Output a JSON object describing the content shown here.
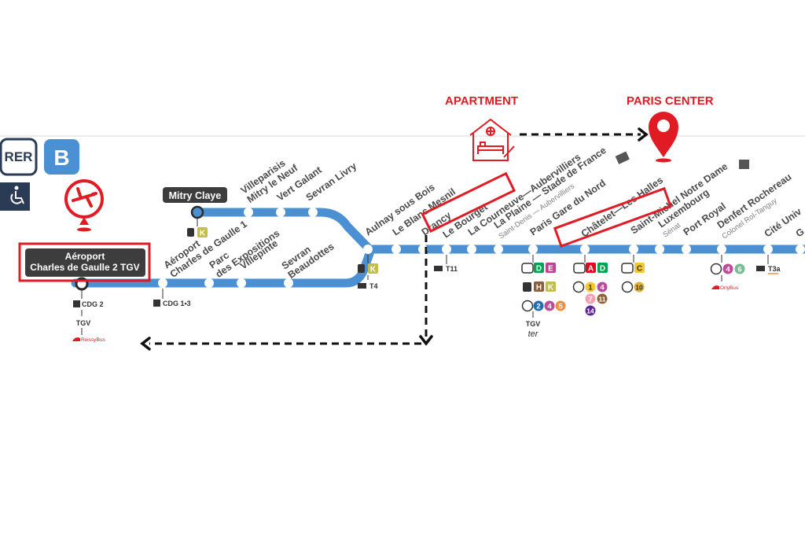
{
  "line": {
    "network": "RER",
    "letter": "B",
    "color": "#4a90d2"
  },
  "annotations": {
    "apartment": "APARTMENT",
    "paris_center": "PARIS CENTER"
  },
  "terminals": {
    "cdg2": "Aéroport\nCharles de Gaulle 2 TGV",
    "mitry": "Mitry Claye"
  },
  "stations": {
    "cdg13": "Aéroport\nCharles de Gaulle 1",
    "parc": "Parc\ndes Expositions",
    "villepinte": "Villepinte",
    "sevran_b": "Sevran\nBeaudottes",
    "villeparisis": "Villeparisis\nMitry le Neuf",
    "vert_galant": "Vert Galant",
    "sevran_l": "Sevran Livry",
    "aulnay": "Aulnay sous Bois",
    "blanc_mesnil": "Le Blanc Mesnil",
    "drancy": "Drancy",
    "bourget": "Le Bourget",
    "courneuve": "La Courneuve—Aubervilliers",
    "plaine": "La Plaine — Stade de France",
    "plaine_sub": "Saint-Denis — Aubervilliers",
    "gare_nord": "Paris Gare du Nord",
    "chatelet": "Châtelet—Les Halles",
    "st_michel": "Saint-Michel Notre Dame",
    "luxembourg": "Luxembourg",
    "luxembourg_sub": "Sénat",
    "port_royal": "Port Royal",
    "denfert": "Denfert Rochereau",
    "denfert_sub": "Colonel Rol-Tanguy",
    "cite": "Cité Univ",
    "g": "G"
  },
  "labels": {
    "cdg2_code": "CDG 2",
    "cdg13_code": "CDG 1•3",
    "tgv": "TGV",
    "roissybus": "RoissyBus",
    "orlybus": "OrlyBus",
    "ter": "ter",
    "t4": "T4",
    "t11": "T11",
    "t3a": "T3a"
  },
  "correspondences": {
    "rer_k": "K",
    "gdn_rer": [
      "D",
      "E"
    ],
    "gdn_transilien": [
      "H",
      "K"
    ],
    "gdn_metro": [
      "2",
      "4",
      "5"
    ],
    "chatelet_rer": [
      "A",
      "D"
    ],
    "chatelet_metro": [
      "1",
      "4",
      "7",
      "11",
      "14"
    ],
    "stmichel_rer": "C",
    "stmichel_metro": "10",
    "denfert_metro": [
      "4",
      "6"
    ]
  },
  "colors": {
    "rer_a": "#e3051c",
    "rer_c": "#f2c931",
    "rer_d": "#00a34f",
    "rer_e": "#c04191",
    "transilien_h": "#8b5e3c",
    "transilien_k": "#c3bd4a",
    "m1": "#f2c931",
    "m2": "#216eb4",
    "m4": "#bb4d98",
    "m5": "#f19043",
    "m6": "#79bb92",
    "m7": "#f59fb3",
    "m10": "#dfb039",
    "m11": "#8e6538",
    "m14": "#62259d",
    "highlight": "#e01b24"
  }
}
